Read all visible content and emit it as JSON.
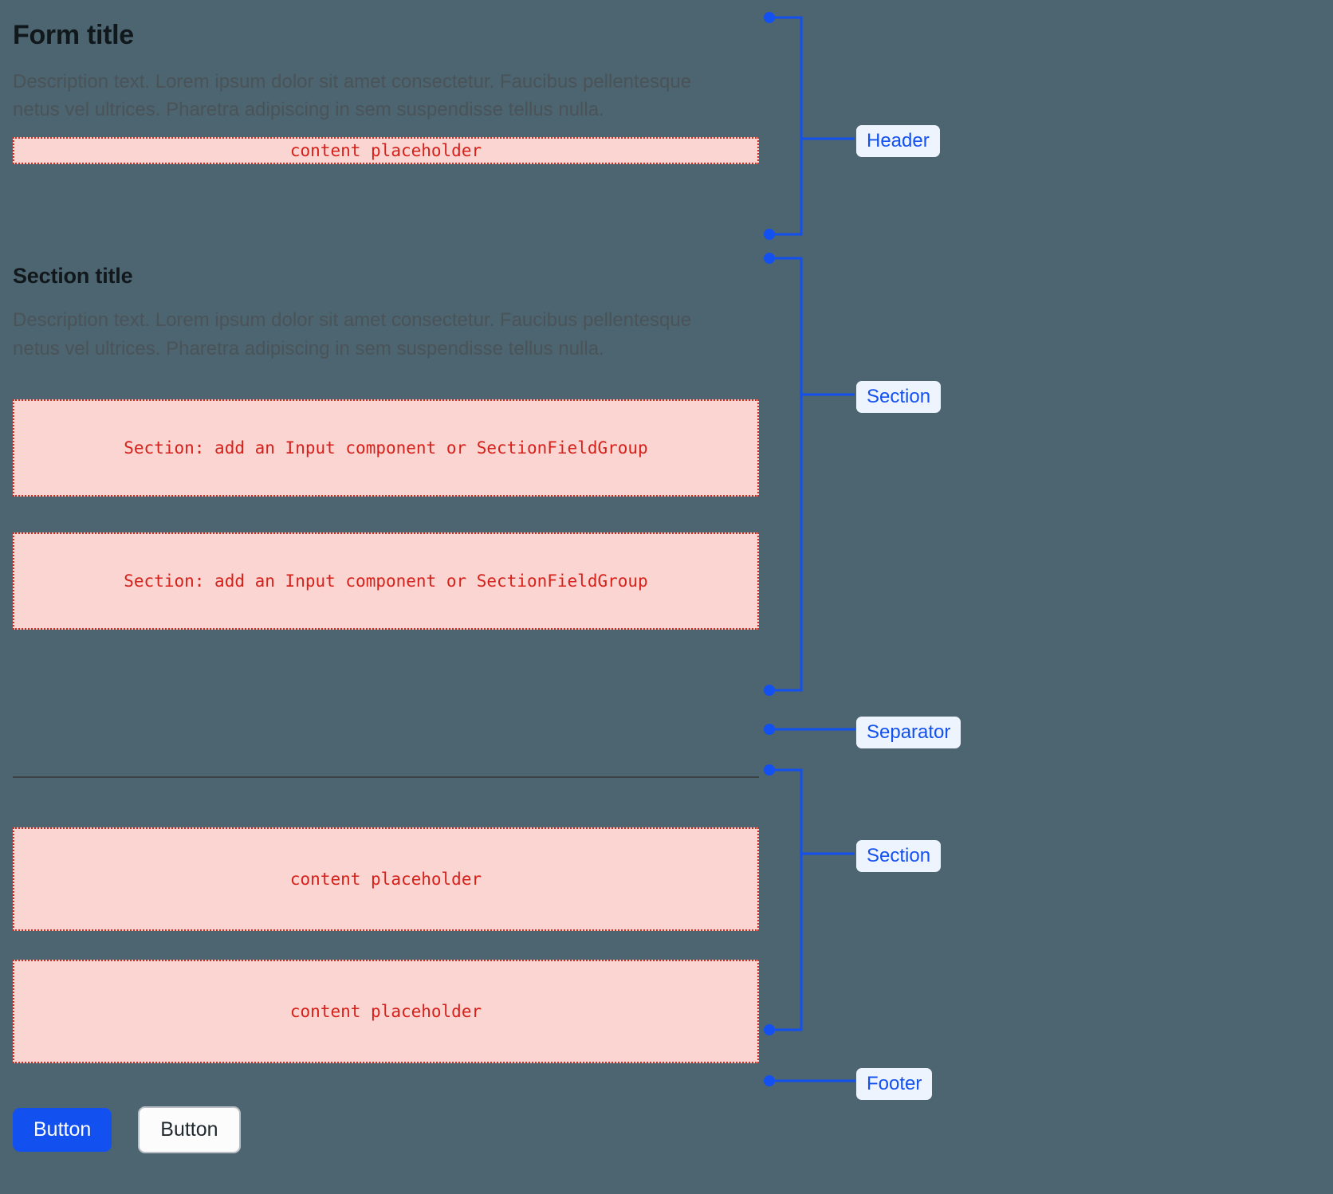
{
  "theme": {
    "page_background": "#4c6570",
    "accent_blue": "#1250f0",
    "pill_background": "#eef4fe",
    "placeholder_fill": "#fbd5d2",
    "placeholder_border": "#d62b20",
    "placeholder_text": "#d6211b",
    "heading_color": "#11181c",
    "description_color": "#4a5358",
    "separator_color": "#3a4248"
  },
  "header": {
    "title": "Form title",
    "description": "Description text. Lorem ipsum dolor sit amet consectetur. Faucibus pellentesque netus vel ultrices. Pharetra adipiscing in sem suspendisse tellus nulla.",
    "placeholder": "content placeholder"
  },
  "section": {
    "title": "Section title",
    "description": "Description text. Lorem ipsum dolor sit amet consectetur. Faucibus pellentesque netus vel ultrices. Pharetra adipiscing in sem suspendisse tellus nulla.",
    "field_placeholder_1": "Section: add an Input component or SectionFieldGroup",
    "field_placeholder_2": "Section: add an Input component or SectionFieldGroup"
  },
  "section_bottom": {
    "placeholder_1": "content placeholder",
    "placeholder_2": "content placeholder"
  },
  "footer": {
    "primary_button": "Button",
    "secondary_button": "Button"
  },
  "annotations": [
    {
      "label": "Header"
    },
    {
      "label": "Section"
    },
    {
      "label": "Separator"
    },
    {
      "label": "Section"
    },
    {
      "label": "Footer"
    }
  ]
}
